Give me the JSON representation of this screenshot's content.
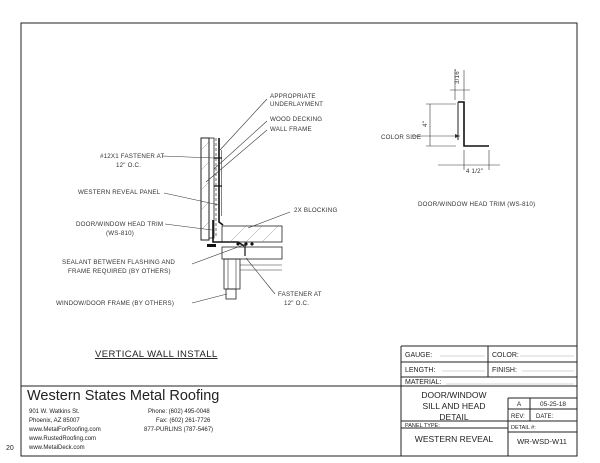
{
  "drawing": {
    "callouts": {
      "underlayment": [
        "APPROPRIATE",
        "UNDERLAYMENT"
      ],
      "wood_decking": "WOOD DECKING",
      "wall_frame": "WALL FRAME",
      "fastener_top": [
        "#12X1 FASTENER AT",
        "12\" O.C."
      ],
      "reveal_panel": "WESTERN REVEAL PANEL",
      "head_trim": [
        "DOOR/WINDOW HEAD TRIM",
        "(WS-810)"
      ],
      "blocking": "2X BLOCKING",
      "sealant": [
        "SEALANT BETWEEN FLASHING AND",
        "FRAME REQUIRED (BY OTHERS)"
      ],
      "window_frame": "WINDOW/DOOR FRAME (BY OTHERS)",
      "fastener_bottom": [
        "FASTENER AT",
        "12\" O.C."
      ]
    },
    "view_title": "VERTICAL WALL INSTALL",
    "profile": {
      "dim_top": "3/16\"",
      "dim_side": "4\"",
      "dim_bottom": "4 1/2\"",
      "color_side": "COLOR SIDE",
      "caption": "DOOR/WINDOW HEAD TRIM (WS-810)"
    }
  },
  "title_block": {
    "fields": {
      "gauge": "GAUGE:",
      "color": "COLOR:",
      "length": "LENGTH:",
      "finish": "FINISH:",
      "material": "MATERIAL:"
    },
    "title_lines": [
      "DOOR/WINDOW",
      "SILL AND HEAD",
      "DETAIL"
    ],
    "rev_value": "A",
    "date_value": "05-25-18",
    "rev_label": "REV:",
    "date_label": "DATE:",
    "panel_type_label": "PANEL TYPE:",
    "panel_type_value": "WESTERN REVEAL",
    "detail_label": "DETAIL #:",
    "detail_value": "WR-WSD-W11"
  },
  "company": {
    "name": "Western States Metal Roofing",
    "address1": "901 W. Watkins St.",
    "address2": "Phoenix, AZ 85007",
    "web1": "www.MetalForRoofing.com",
    "web2": "www.RustedRoofing.com",
    "web3": "www.MetalDeck.com",
    "phone": "Phone: (602) 495-0048",
    "fax": "Fax: (602) 261-7726",
    "tollfree": "877-PURLINS (787-5467)"
  },
  "page_number": "20"
}
